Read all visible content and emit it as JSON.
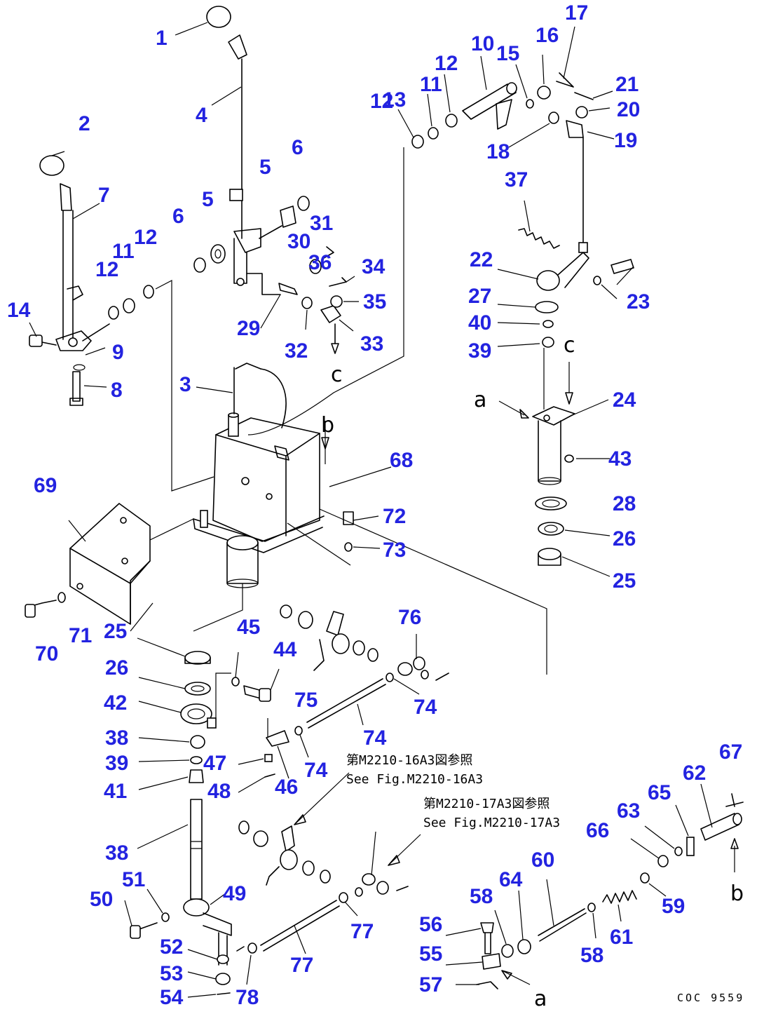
{
  "diagram": {
    "drawing_code": "COC 9559",
    "reference_notes": [
      {
        "id": "ref-16a3-jp",
        "text": "第M2210-16A3図参照"
      },
      {
        "id": "ref-16a3-en",
        "text": "See Fig.M2210-16A3"
      },
      {
        "id": "ref-17a3-jp",
        "text": "第M2210-17A3図参照"
      },
      {
        "id": "ref-17a3-en",
        "text": "See Fig.M2210-17A3"
      }
    ],
    "connection_markers": [
      "a",
      "b",
      "c"
    ],
    "callouts": [
      "1",
      "2",
      "3",
      "4",
      "5",
      "5",
      "6",
      "6",
      "7",
      "8",
      "9",
      "10",
      "11",
      "11",
      "12",
      "12",
      "12",
      "12",
      "13",
      "14",
      "15",
      "16",
      "17",
      "18",
      "19",
      "20",
      "21",
      "22",
      "23",
      "24",
      "25",
      "25",
      "26",
      "26",
      "27",
      "28",
      "29",
      "30",
      "31",
      "32",
      "33",
      "34",
      "35",
      "36",
      "37",
      "38",
      "38",
      "39",
      "39",
      "40",
      "41",
      "42",
      "43",
      "44",
      "45",
      "46",
      "47",
      "48",
      "49",
      "50",
      "51",
      "52",
      "53",
      "54",
      "55",
      "56",
      "57",
      "58",
      "58",
      "59",
      "60",
      "61",
      "62",
      "63",
      "64",
      "65",
      "66",
      "67",
      "68",
      "69",
      "70",
      "71",
      "72",
      "73",
      "74",
      "74",
      "74",
      "75",
      "76",
      "77",
      "77",
      "78"
    ]
  }
}
